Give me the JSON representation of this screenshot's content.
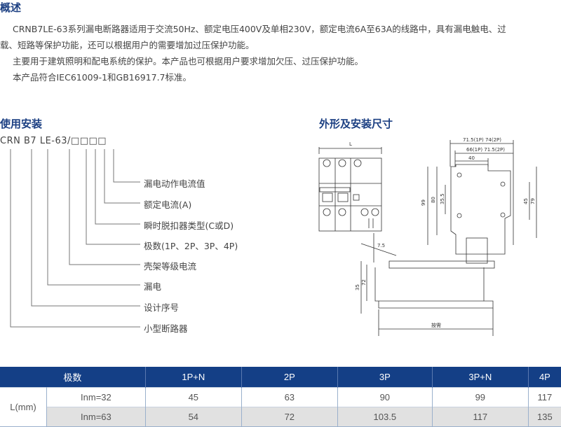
{
  "overview": {
    "title": "概述",
    "lines": [
      "CRNB7LE-63系列漏电断路器适用于交流50Hz、额定电压400V及单相230V，额定电流6A至63A的线路中，具有漏电触电、过",
      "载、短路等保护功能，还可以根据用户的需要增加过压保护功能。",
      "主要用于建筑照明和配电系统的保护。本产品也可根据用户要求增加欠压、过压保护功能。",
      "本产品符合IEC61009-1和GB16917.7标准。"
    ]
  },
  "usage": {
    "title": "使用安装",
    "code": {
      "p1": "CRN",
      "p2": "B7",
      "p3": "LE",
      "p4": "-",
      "p5": "63",
      "p6": "/",
      "boxes": "□□□□"
    },
    "labels": [
      "漏电动作电流值",
      "额定电流(A)",
      "瞬时脱扣器类型(C或D)",
      "极数(1P、2P、3P、4P)",
      "壳架等级电流",
      "漏电",
      "设计序号",
      "小型断路器"
    ]
  },
  "dimensions": {
    "title": "外形及安装尺寸",
    "front": {
      "L": "L"
    },
    "side": {
      "d1": "71.5(1P) 74(2P)",
      "d2": "66(1P) 71.5(2P)",
      "d3": "40",
      "h99": "99",
      "h80": "80",
      "h35": "35.5",
      "h45": "45",
      "h79": "79"
    },
    "rail": {
      "d75": "7.5",
      "h35": "35",
      "h72": "72",
      "w": "按需"
    }
  },
  "table": {
    "header": [
      "极数",
      "1P+N",
      "2P",
      "3P",
      "3P+N",
      "4P"
    ],
    "row_label": "L(mm)",
    "rows": [
      {
        "label": "Inm=32",
        "values": [
          "45",
          "63",
          "90",
          "99",
          "117"
        ]
      },
      {
        "label": "Inm=63",
        "values": [
          "54",
          "72",
          "103.5",
          "117",
          "135"
        ]
      }
    ]
  }
}
